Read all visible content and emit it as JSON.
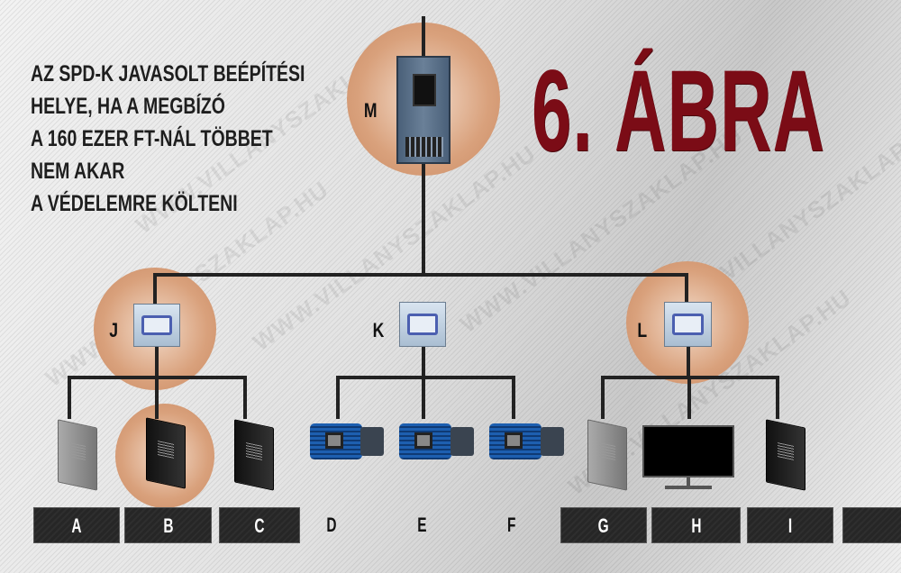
{
  "watermark": "WWW.VILLANYSZAKLAP.HU",
  "description": [
    "AZ SPD-K JAVASOLT BEÉPÍTÉSI",
    "HELYE, HA A MEGBÍZÓ",
    "A 160 EZER FT-NÁL TÖBBET",
    "NEM AKAR",
    "A VÉDELEMRE KÖLTENI"
  ],
  "title": "6. ÁBRA",
  "nodes": {
    "main": "M",
    "j": "J",
    "k": "K",
    "l": "L"
  },
  "labels": [
    "A",
    "B",
    "C",
    "D",
    "E",
    "F",
    "G",
    "H",
    "I"
  ],
  "colors": {
    "title": "#7b0c16",
    "highlight": "#d9a17c"
  }
}
